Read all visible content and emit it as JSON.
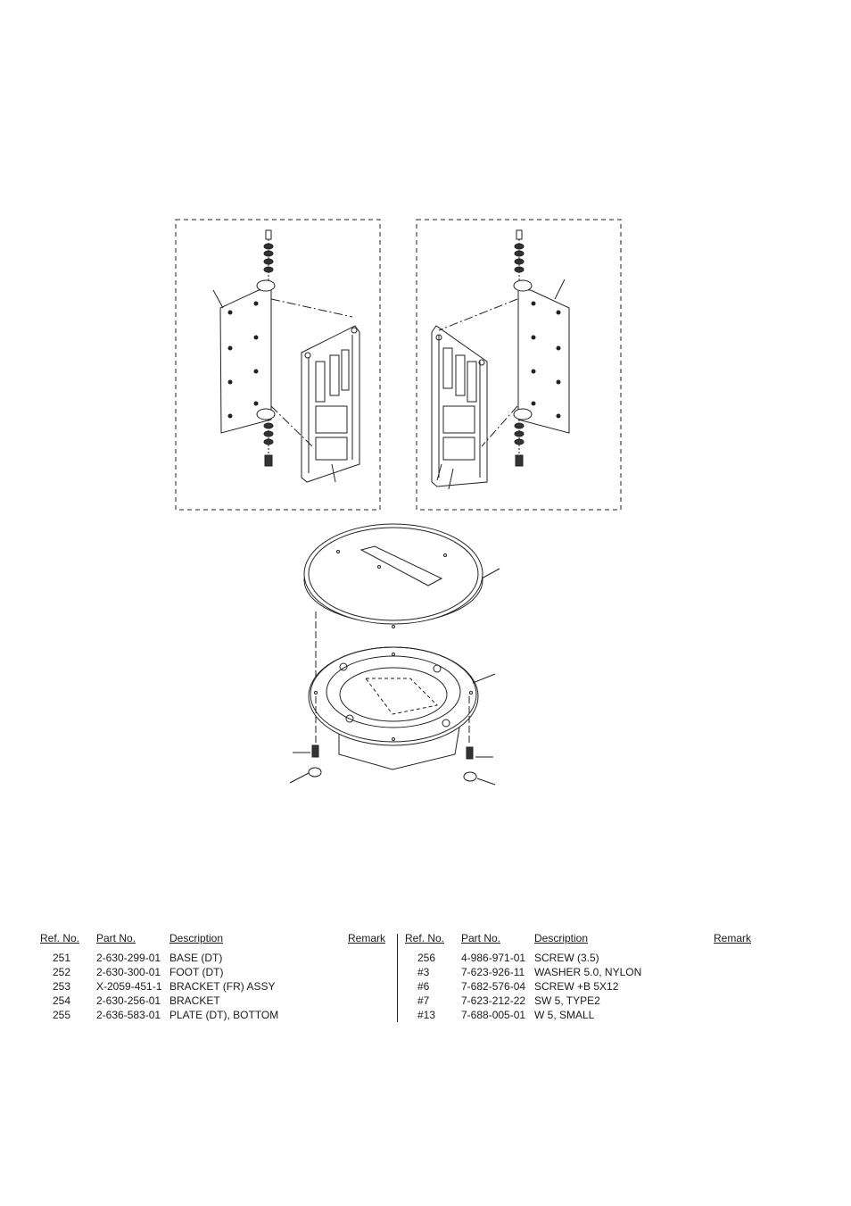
{
  "table": {
    "headers": {
      "ref": "Ref. No.",
      "part": "Part No.",
      "desc": "Description",
      "remark": "Remark"
    },
    "left_rows": [
      {
        "ref": "251",
        "part": "2-630-299-01",
        "desc": "BASE (DT)"
      },
      {
        "ref": "252",
        "part": "2-630-300-01",
        "desc": "FOOT (DT)"
      },
      {
        "ref": "253",
        "part": "X-2059-451-1",
        "desc": "BRACKET (FR) ASSY"
      },
      {
        "ref": "254",
        "part": "2-630-256-01",
        "desc": "BRACKET"
      },
      {
        "ref": "255",
        "part": "2-636-583-01",
        "desc": "PLATE (DT), BOTTOM"
      }
    ],
    "right_rows": [
      {
        "ref": "256",
        "part": "4-986-971-01",
        "desc": "SCREW (3.5)"
      },
      {
        "ref": "#3",
        "part": "7-623-926-11",
        "desc": "WASHER 5.0, NYLON"
      },
      {
        "ref": "#6",
        "part": "7-682-576-04",
        "desc": "SCREW +B 5X12"
      },
      {
        "ref": "#7",
        "part": "7-623-212-22",
        "desc": "SW 5, TYPE2"
      },
      {
        "ref": "#13",
        "part": "7-688-005-01",
        "desc": "W 5, SMALL"
      }
    ]
  }
}
